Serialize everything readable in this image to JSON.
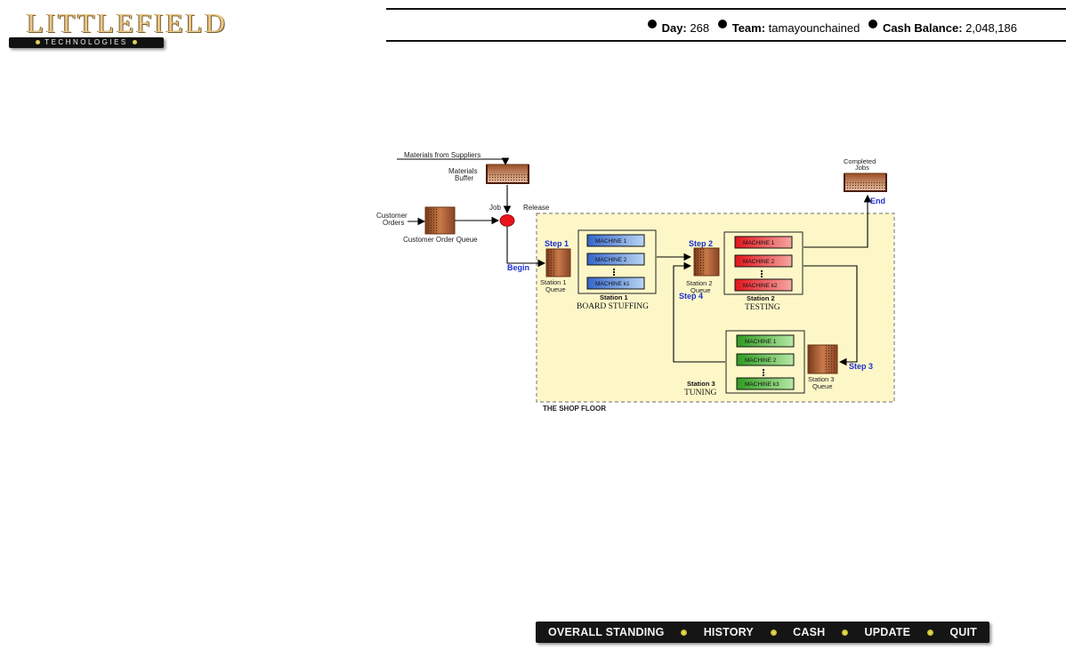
{
  "logo": {
    "title": "LITTLEFIELD",
    "subtitle": "TECHNOLOGIES"
  },
  "status": {
    "day_label": "Day:",
    "day_value": "268",
    "team_label": "Team:",
    "team_value": "tamayounchained",
    "cash_label": "Cash Balance:",
    "cash_value": "2,048,186"
  },
  "diagram": {
    "materials_from_suppliers": "Materials from Suppliers",
    "materials_buffer_1": "Materials",
    "materials_buffer_2": "Buffer",
    "job_release_1": "Job",
    "job_release_2": "Release",
    "customer_orders_1": "Customer",
    "customer_orders_2": "Orders",
    "customer_order_queue": "Customer Order Queue",
    "begin": "Begin",
    "step1": "Step 1",
    "step2": "Step 2",
    "step3": "Step 3",
    "step4": "Step 4",
    "end": "End",
    "completed_jobs_1": "Completed",
    "completed_jobs_2": "Jobs",
    "station1_queue_1": "Station 1",
    "station1_queue_2": "Queue",
    "station2_queue_1": "Station 2",
    "station2_queue_2": "Queue",
    "station3_queue_1": "Station 3",
    "station3_queue_2": "Queue",
    "station1_label": "Station 1",
    "station1_name": "BOARD STUFFING",
    "station2_label": "Station 2",
    "station2_name": "TESTING",
    "station3_label": "Station 3",
    "station3_name": "TUNING",
    "s1_machines": [
      "MACHINE 1",
      "MACHINE 2",
      "MACHINE k1"
    ],
    "s2_machines": [
      "MACHINE 1",
      "MACHINE 2",
      "MACHINE k2"
    ],
    "s3_machines": [
      "MACHINE 1",
      "MACHINE 2",
      "MACHINE k3"
    ],
    "shop_floor": "THE SHOP FLOOR",
    "colors": {
      "station1": "#4f7fd6",
      "station2": "#e8141e",
      "station3": "#3ea82e",
      "floor": "#fdf7c8",
      "queue": "#a45a30",
      "release_node": "#e8141e",
      "step_text": "#1b2fd0"
    }
  },
  "nav": {
    "overall_standing": "OVERALL STANDING",
    "history": "HISTORY",
    "cash": "CASH",
    "update": "UPDATE",
    "quit": "QUIT"
  }
}
